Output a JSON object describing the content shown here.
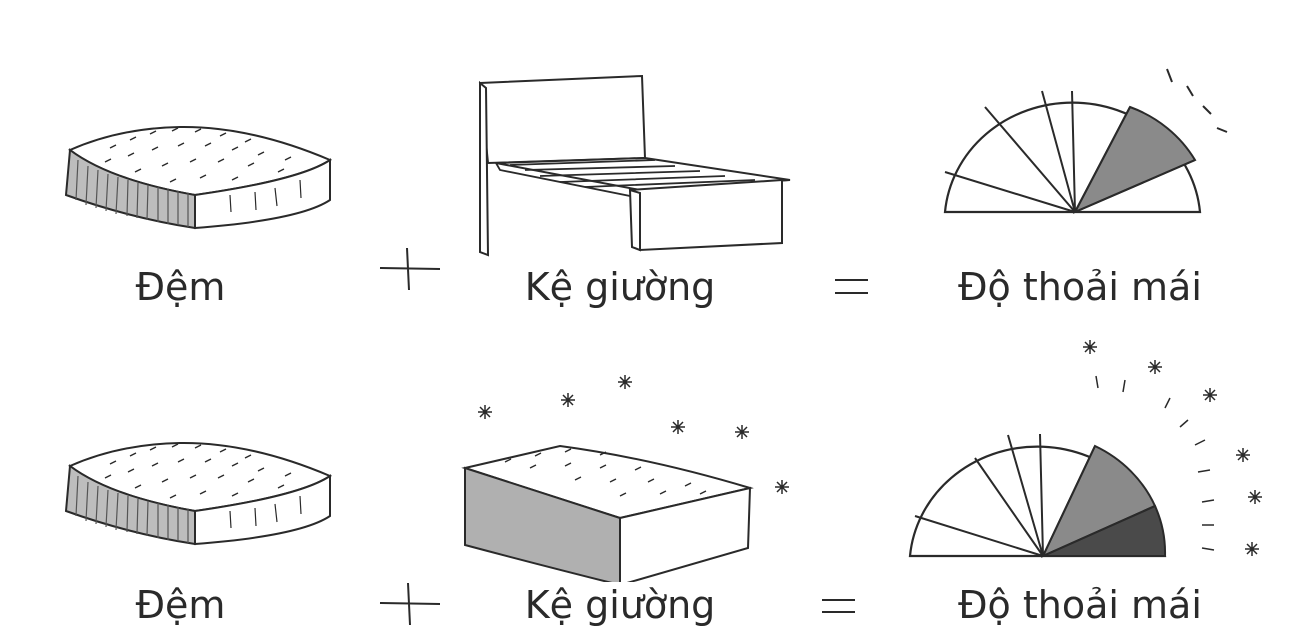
{
  "rows": [
    {
      "mattress_label": "Đệm",
      "base_label": "Kệ giường",
      "result_label": "Độ thoải mái",
      "base_type": "slatted-bed-frame",
      "comfort_shaded_segments": 1
    },
    {
      "mattress_label": "Đệm",
      "base_label": "Kệ giường",
      "result_label": "Độ thoải mái",
      "base_type": "box-spring-base",
      "comfort_shaded_segments": 2
    }
  ],
  "colors": {
    "ink": "#2a2a2a",
    "shade_light": "#8a8a8a",
    "shade_dark": "#4a4a4a"
  }
}
